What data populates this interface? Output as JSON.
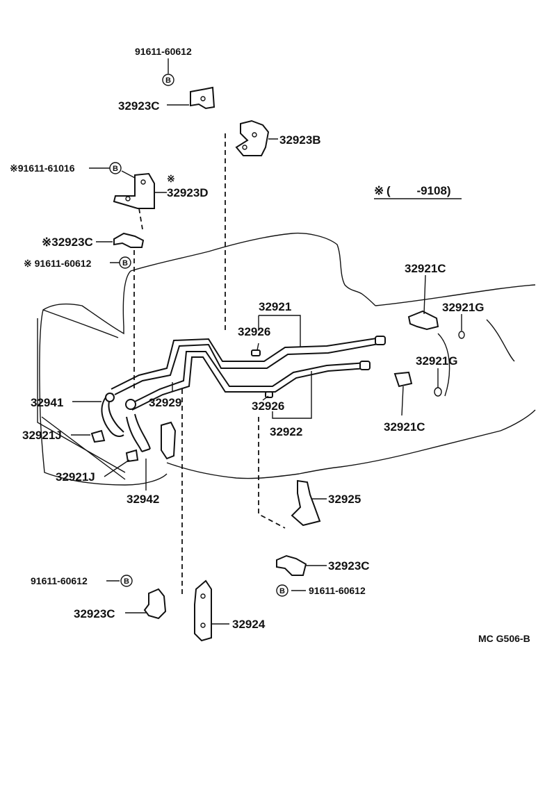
{
  "diagram": {
    "code": "MC G506-B",
    "note": {
      "mark": "※",
      "text": "(        -9108)"
    },
    "bolt_symbol": "B",
    "labels": {
      "bolt_top": "91611-60612",
      "bracket_top": "32923C",
      "bracket_b": "32923B",
      "bolt_star": "※91611-61016",
      "star_mark": "※",
      "bracket_d": "32923D",
      "bracket_c_star": "※32923C",
      "bolt_c_star": "※ 91611-60612",
      "fitting_upper": "32921C",
      "oring_upper": "32921G",
      "pipe_upper": "32921",
      "clamp_upper": "32926",
      "oring_lower": "32921G",
      "hose_left": "32941",
      "pipe_mid": "32929",
      "clamp_lower": "32926",
      "clip_left": "32921J",
      "pipe_lower": "32922",
      "fitting_lower": "32921C",
      "clip_lower": "32921J",
      "hose_lower": "32942",
      "bracket_925": "32925",
      "bracket_c_right": "32923C",
      "bolt_left": "91611-60612",
      "bolt_right": "91611-60612",
      "bracket_c_left": "32923C",
      "bracket_924": "32924"
    }
  }
}
